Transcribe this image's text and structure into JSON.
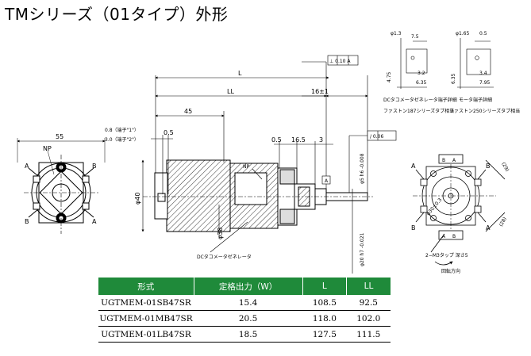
{
  "title": "TMシリーズ（01タイプ）外形",
  "dims": {
    "L": "L",
    "LL": "LL",
    "d45": "45",
    "d16": "16±1",
    "d55": "55",
    "d08": "0.8（端子\"1\"）",
    "d30": "3.0（端子\"2\"）",
    "d05": "0.5",
    "d05b": "0.5",
    "d165": "16.5",
    "d3": "3",
    "dia40": "φ40",
    "dia38": "φ38",
    "dia5": "φ5 h6 -0.008",
    "dia20": "φ20 h7 -0.021",
    "dia30": "φ30±0.3",
    "d29": "(29)",
    "d28": "(28)",
    "tol_perp": "⊥ 0.10 A",
    "tol_circ": "/ 0.06",
    "datumA": "A",
    "NP": "NP",
    "NP2": "NP",
    "A": "A",
    "B": "B",
    "m3tap": "2−M3タップ 深さ5",
    "rotation": "回転方向",
    "generator_label": "DCタコメータゼネレータ",
    "det1_d13": "φ1.3",
    "det1_75": "7.5",
    "det1_475": "4.75",
    "det1_32": "3.2",
    "det1_635": "6.35",
    "det1_title": "DCタコメータゼネレータ端子詳細",
    "det1_sub": "ファストン187シリーズタブ相当",
    "det2_d165": "φ1.65",
    "det2_05": "0.5",
    "det2_635": "6.35",
    "det2_34": "3.4",
    "det2_795": "7.95",
    "det2_title": "モータ端子詳細",
    "det2_sub": "ファストン250シリーズタブ相当"
  },
  "table": {
    "headers": [
      "形式",
      "定格出力（W）",
      "L",
      "LL"
    ],
    "rows": [
      [
        "UGTMEM-01SB47SR",
        "15.4",
        "108.5",
        "92.5"
      ],
      [
        "UGTMEM-01MB47SR",
        "20.5",
        "118.0",
        "102.0"
      ],
      [
        "UGTMEM-01LB47SR",
        "18.5",
        "127.5",
        "111.5"
      ]
    ]
  },
  "colors": {
    "header_bg": "#1f8a3a",
    "line": "#000000"
  }
}
